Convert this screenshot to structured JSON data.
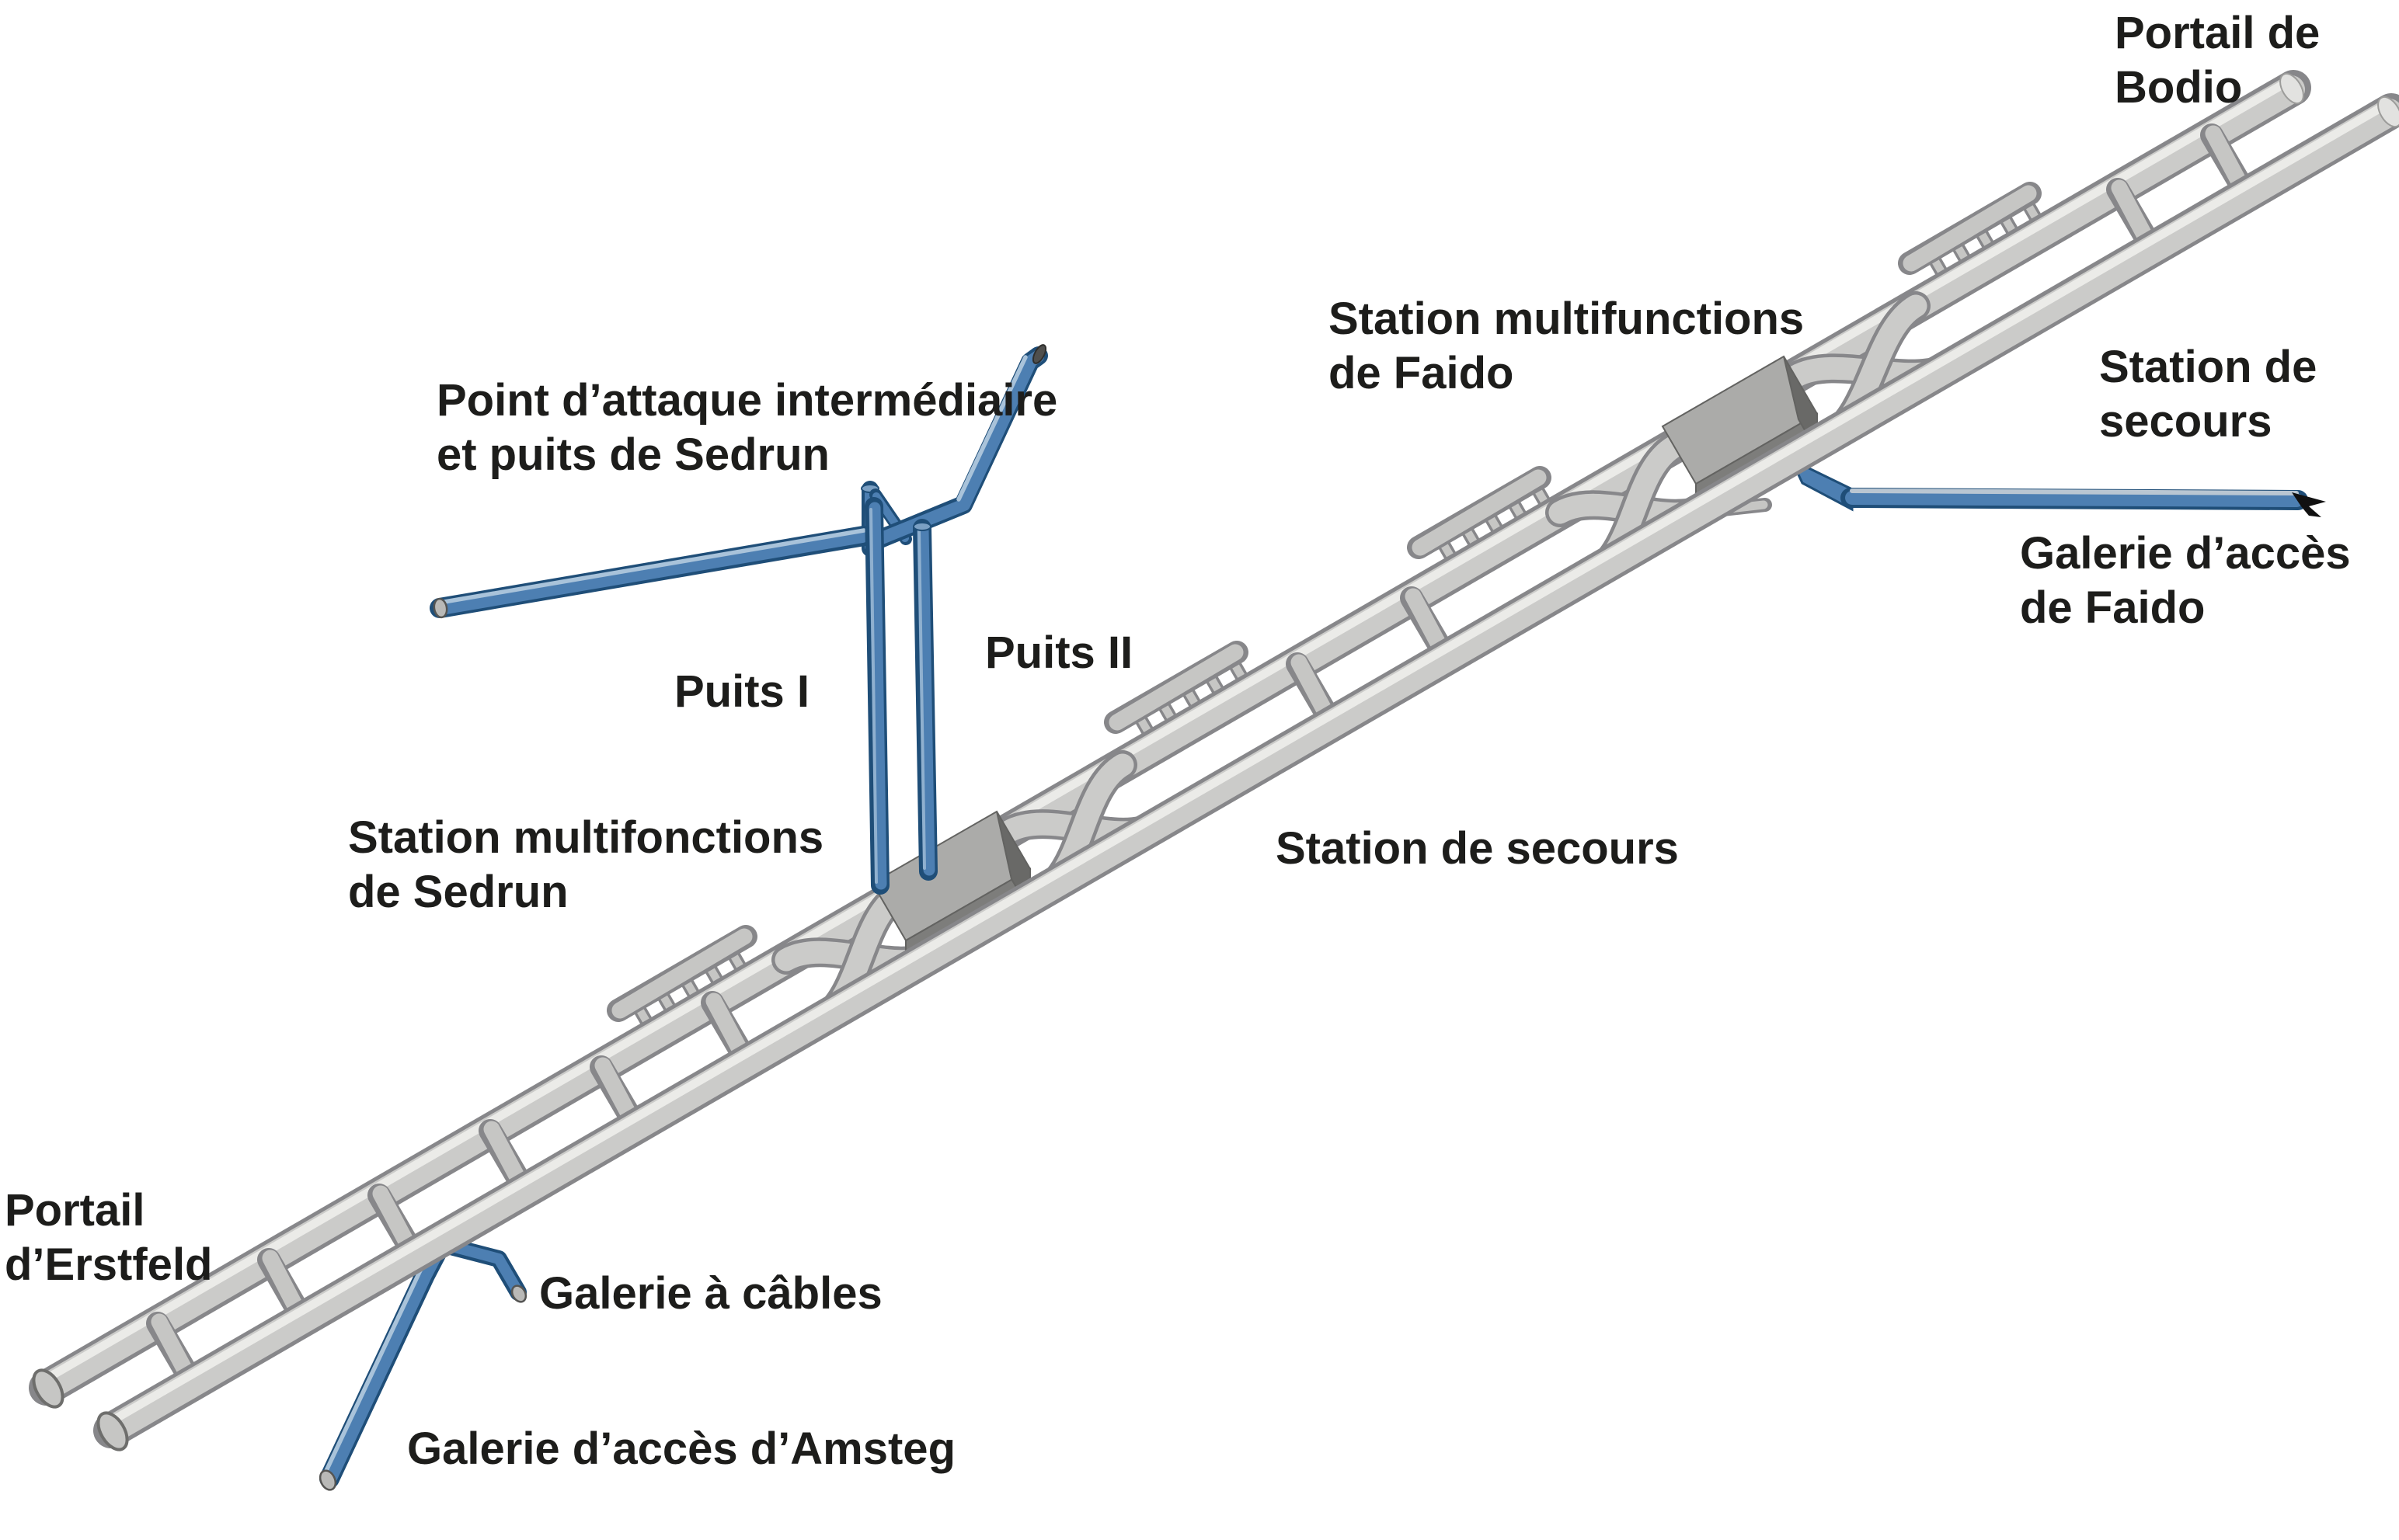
{
  "diagram": {
    "type": "isometric-schematic",
    "subject": "Schéma du tunnel de base du Saint-Gothard : deux tubes parallèles avec rameaux de communication, stations multifonctions, puits et galeries d'accès",
    "colors": {
      "background": "#ffffff",
      "tube_gray": "#cbcbc9",
      "tube_gray_outline": "#87878a",
      "tube_gray_highlight": "#ececea",
      "gallery_blue": "#4d7fb2",
      "gallery_blue_dark": "#1f4e78",
      "gallery_blue_highlight": "#a9c3da",
      "station_box_top": "#ababa9",
      "station_box_front": "#7d7d7b",
      "station_box_end": "#696967",
      "label_text": "#1d1d1b",
      "arrow_black": "#111111"
    },
    "labels": {
      "portail_bodio": [
        "Portail de",
        "Bodio"
      ],
      "station_faido": [
        "Station multifunctions",
        "de Faido"
      ],
      "station_secours_droite": [
        "Station de",
        "secours"
      ],
      "galerie_faido": [
        "Galerie d’accès",
        "de Faido"
      ],
      "point_attaque": [
        "Point d’attaque intermédiaire",
        "et puits de Sedrun"
      ],
      "puits_1": "Puits I",
      "puits_2": "Puits II",
      "station_sedrun": [
        "Station multifonctions",
        "de Sedrun"
      ],
      "station_secours_centre": "Station de secours",
      "portail_erstfeld": [
        "Portail",
        "d’Erstfeld"
      ],
      "galerie_cables": "Galerie à câbles",
      "galerie_amsteg": "Galerie d’accès d’Amsteg"
    }
  }
}
